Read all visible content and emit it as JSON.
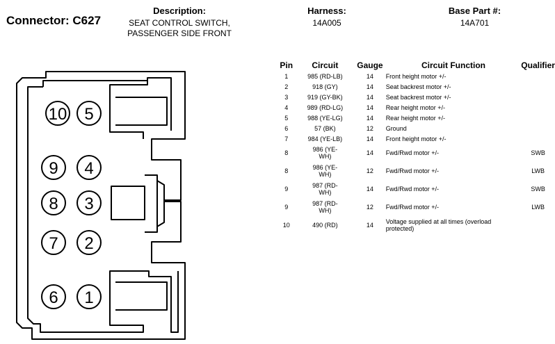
{
  "header": {
    "title": "Connector: C627",
    "description_label": "Description:",
    "description_line1": "SEAT CONTROL SWITCH,",
    "description_line2": "PASSENGER SIDE FRONT",
    "harness_label": "Harness:",
    "harness_value": "14A005",
    "base_part_label": "Base Part #:",
    "base_part_value": "14A701"
  },
  "table": {
    "headers": {
      "pin": "Pin",
      "circuit": "Circuit",
      "gauge": "Gauge",
      "function": "Circuit Function",
      "qualifier": "Qualifier"
    },
    "rows": [
      {
        "pin": "1",
        "circuit": "985 (RD-LB)",
        "gauge": "14",
        "function": "Front height motor +/-",
        "qualifier": ""
      },
      {
        "pin": "2",
        "circuit": "918 (GY)",
        "gauge": "14",
        "function": "Seat backrest motor +/-",
        "qualifier": ""
      },
      {
        "pin": "3",
        "circuit": "919 (GY-BK)",
        "gauge": "14",
        "function": "Seat backrest motor +/-",
        "qualifier": ""
      },
      {
        "pin": "4",
        "circuit": "989 (RD-LG)",
        "gauge": "14",
        "function": "Rear height motor +/-",
        "qualifier": ""
      },
      {
        "pin": "5",
        "circuit": "988 (YE-LG)",
        "gauge": "14",
        "function": "Rear height motor +/-",
        "qualifier": ""
      },
      {
        "pin": "6",
        "circuit": "57 (BK)",
        "gauge": "12",
        "function": "Ground",
        "qualifier": ""
      },
      {
        "pin": "7",
        "circuit": "984 (YE-LB)",
        "gauge": "14",
        "function": "Front height motor +/-",
        "qualifier": ""
      },
      {
        "pin": "8",
        "circuit_line1": "986 (YE-",
        "circuit_line2": "WH)",
        "gauge": "14",
        "function": "Fwd/Rwd motor +/-",
        "qualifier": "SWB"
      },
      {
        "pin": "8",
        "circuit_line1": "986 (YE-",
        "circuit_line2": "WH)",
        "gauge": "12",
        "function": "Fwd/Rwd motor +/-",
        "qualifier": "LWB"
      },
      {
        "pin": "9",
        "circuit_line1": "987 (RD-",
        "circuit_line2": "WH)",
        "gauge": "14",
        "function": "Fwd/Rwd motor +/-",
        "qualifier": "SWB"
      },
      {
        "pin": "9",
        "circuit_line1": "987 (RD-",
        "circuit_line2": "WH)",
        "gauge": "12",
        "function": "Fwd/Rwd motor +/-",
        "qualifier": "LWB"
      },
      {
        "pin": "10",
        "circuit": "490 (RD)",
        "gauge": "14",
        "function_line1": "Voltage supplied at all times (overload",
        "function_line2": "protected)",
        "qualifier": ""
      }
    ]
  },
  "connector": {
    "pin_labels": [
      "10",
      "5",
      "9",
      "4",
      "8",
      "3",
      "7",
      "2",
      "6",
      "1"
    ]
  }
}
